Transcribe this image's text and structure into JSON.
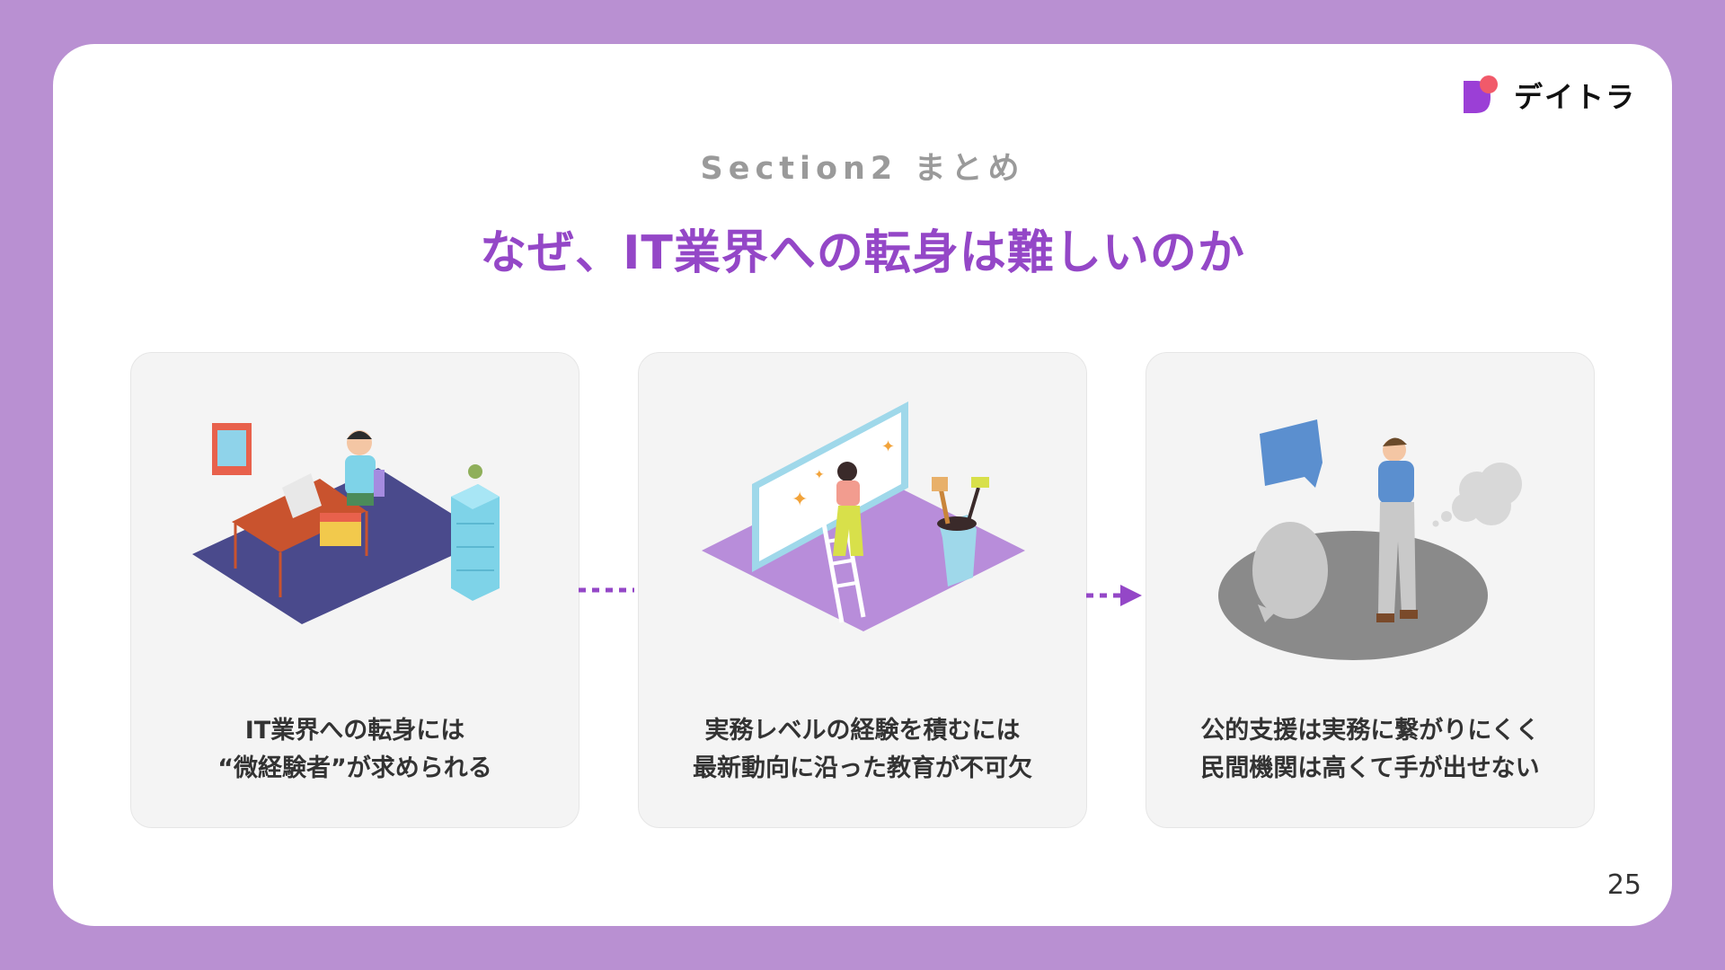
{
  "logo": {
    "text": "デイトラ",
    "colors": {
      "pink": "#F15A6A",
      "purple": "#9B3FD6"
    }
  },
  "header": {
    "subtitle": "Section2 まとめ",
    "title": "なぜ、IT業界への転身は難しいのか"
  },
  "cards": [
    {
      "line1": "IT業界への転身には",
      "line2": "“微経験者”が求められる",
      "illustration": "desk-worker-illustration"
    },
    {
      "line1": "実務レベルの経験を積むには",
      "line2": "最新動向に沿った教育が不可欠",
      "illustration": "ladder-screen-illustration"
    },
    {
      "line1": "公的支援は実務に繋がりにくく",
      "line2": "民間機関は高くて手が出せない",
      "illustration": "thinking-man-illustration"
    }
  ],
  "page_number": "25",
  "colors": {
    "background": "#B990D2",
    "accent": "#9447C7",
    "card": "#F4F4F4"
  }
}
